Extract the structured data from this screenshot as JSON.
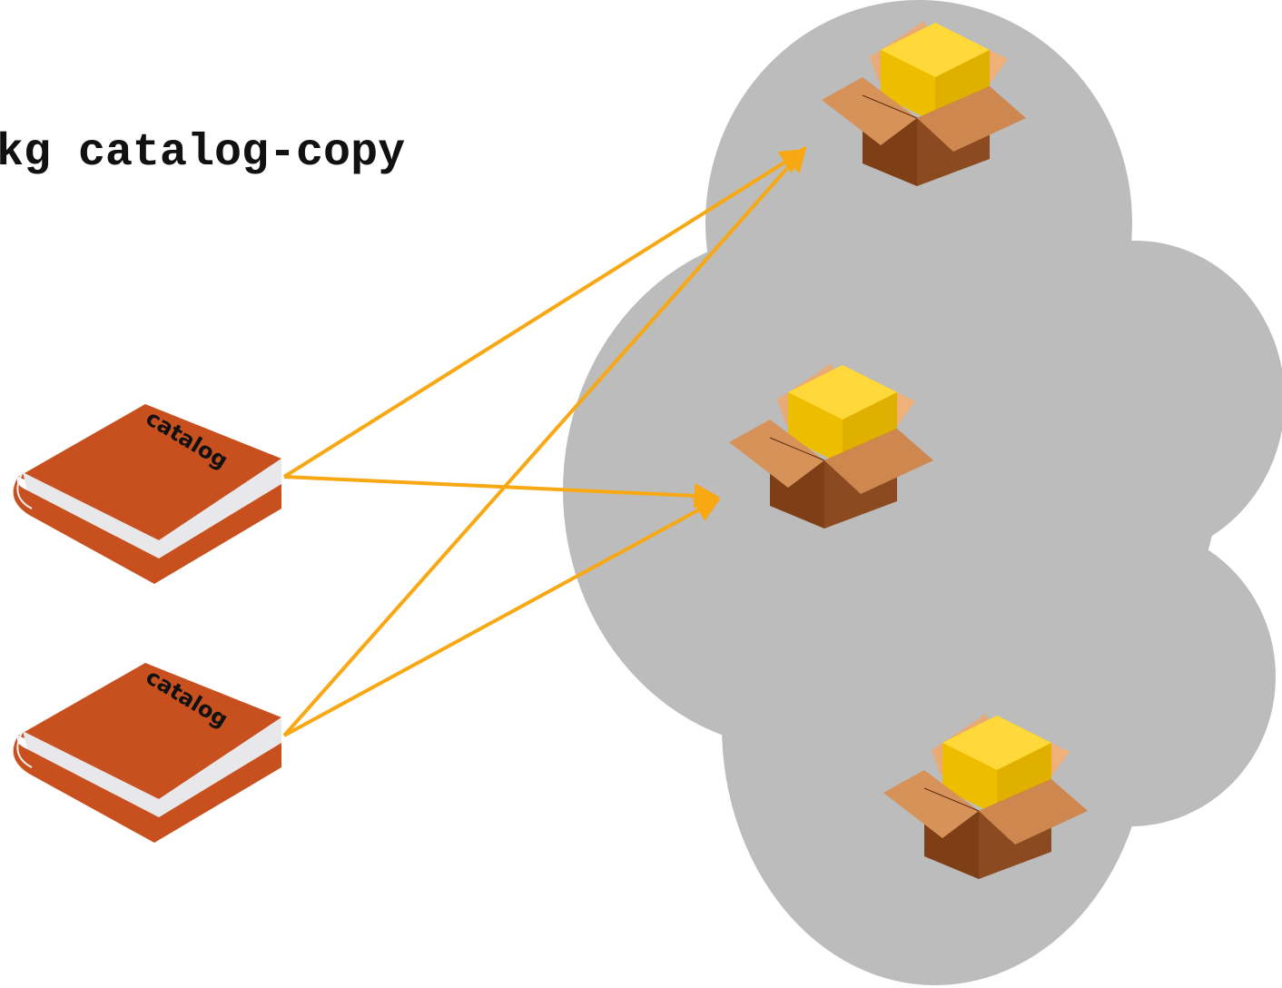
{
  "command": {
    "text": "kg catalog-copy"
  },
  "books": [
    {
      "label": "catalog"
    },
    {
      "label": "catalog"
    }
  ],
  "packages": [
    {
      "icon": "package-icon"
    },
    {
      "icon": "package-icon"
    },
    {
      "icon": "package-icon"
    }
  ],
  "colors": {
    "cloud": "#bcbcbc",
    "arrow": "#f7a812",
    "book_cover": "#c8501e",
    "book_pages": "#e6e6e8",
    "box_light": "#d18a55",
    "box_dark": "#7b3f18",
    "box_flap": "#e2a06c",
    "box_content": "#f2c200"
  }
}
